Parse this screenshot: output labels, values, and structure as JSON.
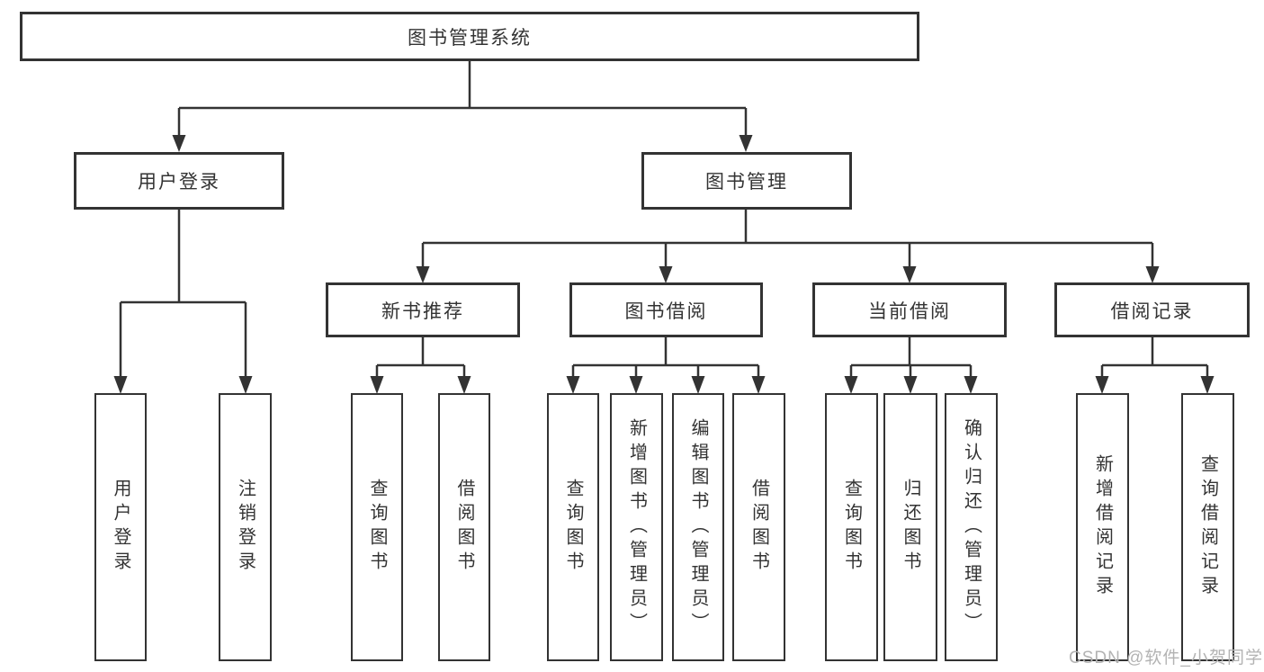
{
  "diagram": {
    "type": "tree",
    "watermark": "CSDN @软件_小贺同学",
    "colors": {
      "line": "#333333",
      "box_border": "#333333",
      "text": "#333333",
      "watermark": "#b3b3b3",
      "background": "#ffffff"
    },
    "nodes": {
      "root": "图书管理系统",
      "user_login": "用户登录",
      "book_management": "图书管理",
      "new_book_recommend": "新书推荐",
      "book_borrow": "图书借阅",
      "current_borrow": "当前借阅",
      "borrow_record": "借阅记录",
      "leaf_user_login": "用户登录",
      "leaf_logout": "注销登录",
      "leaf_query_book_nb": "查询图书",
      "leaf_borrow_book_nb": "借阅图书",
      "leaf_query_book_bb": "查询图书",
      "leaf_add_book_admin": "新增图书（管理员）",
      "leaf_edit_book_admin": "编辑图书（管理员）",
      "leaf_borrow_book_bb": "借阅图书",
      "leaf_query_book_cb": "查询图书",
      "leaf_return_book": "归还图书",
      "leaf_confirm_return_admin": "确认归还（管理员）",
      "leaf_add_borrow_record": "新增借阅记录",
      "leaf_query_borrow_record": "查询借阅记录"
    },
    "edges": [
      "图书管理系统 -> 用户登录",
      "图书管理系统 -> 图书管理",
      "用户登录 -> 用户登录(叶)",
      "用户登录 -> 注销登录",
      "图书管理 -> 新书推荐",
      "图书管理 -> 图书借阅",
      "图书管理 -> 当前借阅",
      "图书管理 -> 借阅记录",
      "新书推荐 -> 查询图书",
      "新书推荐 -> 借阅图书",
      "图书借阅 -> 查询图书",
      "图书借阅 -> 新增图书（管理员）",
      "图书借阅 -> 编辑图书（管理员）",
      "图书借阅 -> 借阅图书",
      "当前借阅 -> 查询图书",
      "当前借阅 -> 归还图书",
      "当前借阅 -> 确认归还（管理员）",
      "借阅记录 -> 新增借阅记录",
      "借阅记录 -> 查询借阅记录"
    ]
  }
}
